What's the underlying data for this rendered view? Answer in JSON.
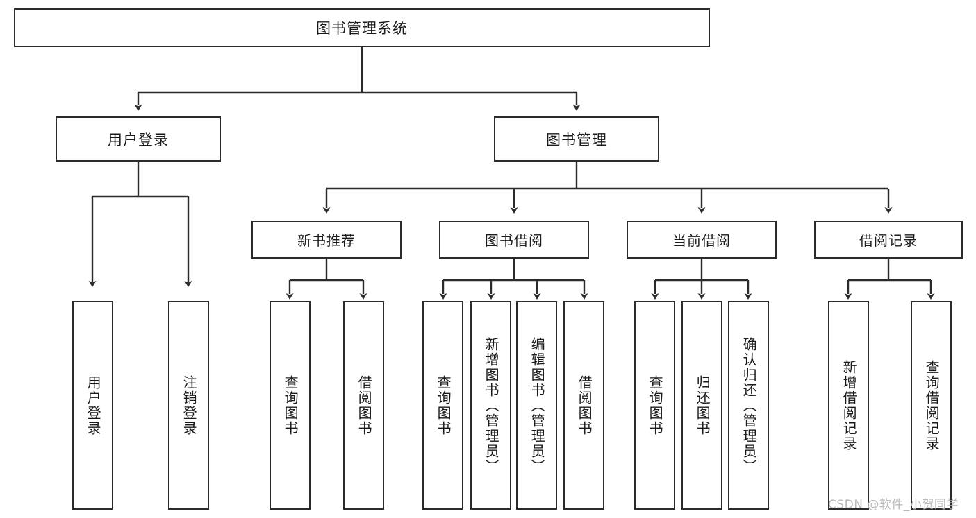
{
  "diagram": {
    "type": "tree-hierarchy-chart",
    "title": "图书管理系统",
    "colors": {
      "box_border": "#2b2b2b",
      "box_fill": "#ffffff",
      "edge": "#2b2b2b",
      "text": "#1a1a1a",
      "watermark": "#b9b9b9",
      "background": "#ffffff"
    }
  },
  "nodes": {
    "root": {
      "label": "图书管理系统"
    },
    "level2": [
      {
        "id": "user-login",
        "label": "用户登录"
      },
      {
        "id": "book-manage",
        "label": "图书管理"
      }
    ],
    "level3": [
      {
        "id": "new-book-rec",
        "label": "新书推荐"
      },
      {
        "id": "book-borrow",
        "label": "图书借阅"
      },
      {
        "id": "current-borrow",
        "label": "当前借阅"
      },
      {
        "id": "borrow-record",
        "label": "借阅记录"
      }
    ],
    "leaves": {
      "user_login": [
        {
          "id": "leaf-user-login",
          "label": "用户登录"
        },
        {
          "id": "leaf-logout",
          "label": "注销登录"
        }
      ],
      "new_book_rec": [
        {
          "id": "leaf-query-book-1",
          "label": "查询图书"
        },
        {
          "id": "leaf-borrow-book-1",
          "label": "借阅图书"
        }
      ],
      "book_borrow": [
        {
          "id": "leaf-query-book-2",
          "label": "查询图书"
        },
        {
          "id": "leaf-add-book",
          "label": "新增图书（管理员）"
        },
        {
          "id": "leaf-edit-book",
          "label": "编辑图书（管理员）"
        },
        {
          "id": "leaf-borrow-book-2",
          "label": "借阅图书"
        }
      ],
      "current_borrow": [
        {
          "id": "leaf-query-book-3",
          "label": "查询图书"
        },
        {
          "id": "leaf-return-book",
          "label": "归还图书"
        },
        {
          "id": "leaf-confirm-return",
          "label": "确认归还（管理员）"
        }
      ],
      "borrow_record": [
        {
          "id": "leaf-add-record",
          "label": "新增借阅记录"
        },
        {
          "id": "leaf-query-record",
          "label": "查询借阅记录"
        }
      ]
    }
  },
  "watermark": {
    "text": "CSDN @软件_小贺同学"
  }
}
